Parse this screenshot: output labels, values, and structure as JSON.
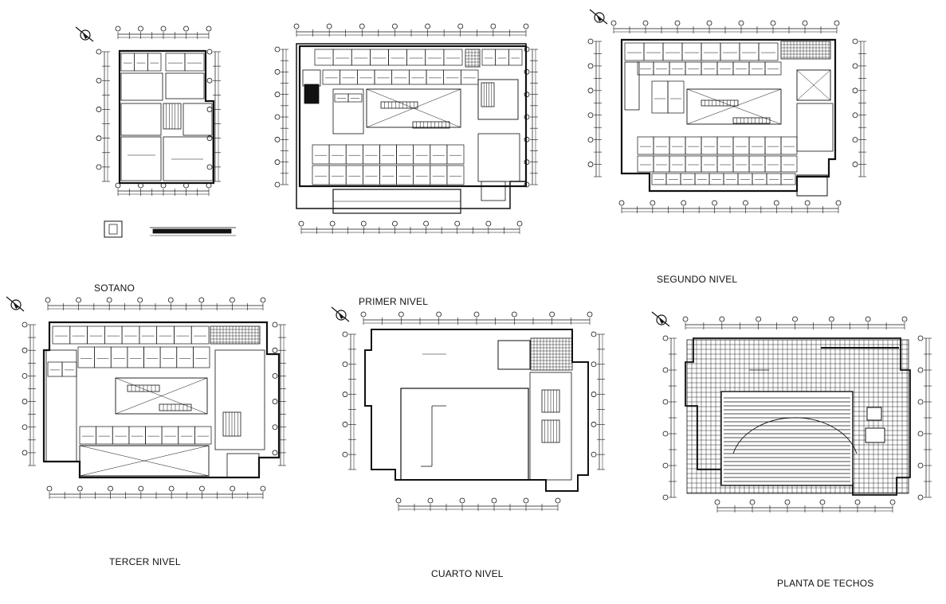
{
  "sheet": {
    "plans": [
      {
        "id": "sotano",
        "title": "SOTANO"
      },
      {
        "id": "primer",
        "title": "PRIMER NIVEL"
      },
      {
        "id": "segundo",
        "title": "SEGUNDO NIVEL"
      },
      {
        "id": "tercer",
        "title": "TERCER NIVEL"
      },
      {
        "id": "cuarto",
        "title": "CUARTO NIVEL"
      },
      {
        "id": "techos",
        "title": "PLANTA DE TECHOS"
      }
    ]
  },
  "colors": {
    "line": "#111111",
    "paper": "#ffffff"
  },
  "icons": [
    "north-arrow-icon"
  ]
}
